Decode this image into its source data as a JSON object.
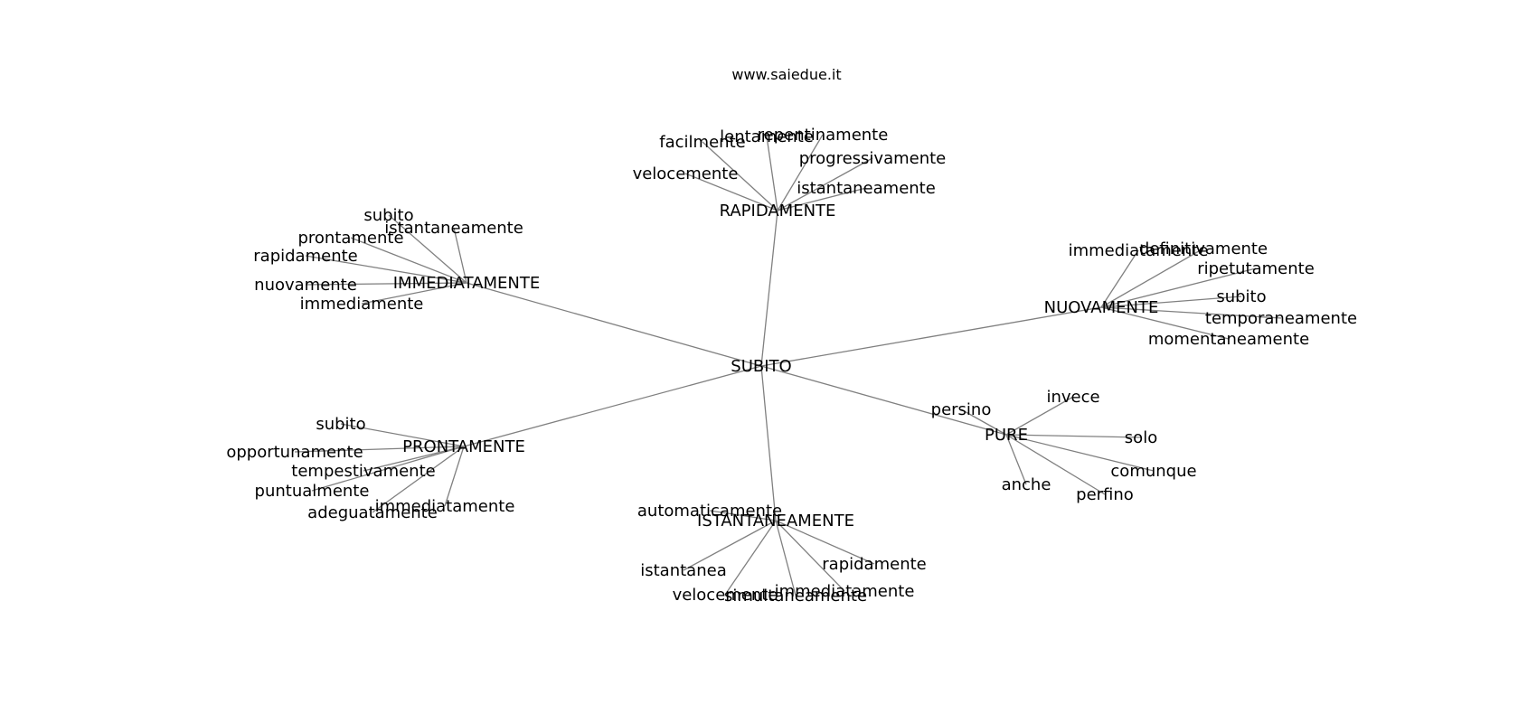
{
  "title": "www.saiedue.it",
  "colors": {
    "edge": "#808080",
    "text": "#000000",
    "background": "#ffffff"
  },
  "graph": {
    "root": "SUBITO",
    "groups": [
      {
        "id": "rapidamente",
        "label": "RAPIDAMENTE",
        "leaves": [
          {
            "id": "facilmente",
            "label": "facilmente"
          },
          {
            "id": "lentamente",
            "label": "lentamente"
          },
          {
            "id": "repentinamente",
            "label": "repentinamente"
          },
          {
            "id": "progressivamente",
            "label": "progressivamente"
          },
          {
            "id": "velocemente",
            "label": "velocemente"
          },
          {
            "id": "istantaneamente",
            "label": "istantaneamente"
          }
        ]
      },
      {
        "id": "immediatamente",
        "label": "IMMEDIATAMENTE",
        "leaves": [
          {
            "id": "subito",
            "label": "subito"
          },
          {
            "id": "istantaneamente",
            "label": "istantaneamente"
          },
          {
            "id": "prontamente",
            "label": "prontamente"
          },
          {
            "id": "rapidamente",
            "label": "rapidamente"
          },
          {
            "id": "nuovamente",
            "label": "nuovamente"
          },
          {
            "id": "immediamente",
            "label": "immediamente"
          }
        ]
      },
      {
        "id": "nuovamente",
        "label": "NUOVAMENTE",
        "leaves": [
          {
            "id": "immediatamente",
            "label": "immediatamente"
          },
          {
            "id": "definitivamente",
            "label": "definitivamente"
          },
          {
            "id": "ripetutamente",
            "label": "ripetutamente"
          },
          {
            "id": "subito",
            "label": "subito"
          },
          {
            "id": "temporaneamente",
            "label": "temporaneamente"
          },
          {
            "id": "momentaneamente",
            "label": "momentaneamente"
          }
        ]
      },
      {
        "id": "pure",
        "label": "PURE",
        "leaves": [
          {
            "id": "persino",
            "label": "persino"
          },
          {
            "id": "invece",
            "label": "invece"
          },
          {
            "id": "solo",
            "label": "solo"
          },
          {
            "id": "comunque",
            "label": "comunque"
          },
          {
            "id": "anche",
            "label": "anche"
          },
          {
            "id": "perfino",
            "label": "perfino"
          }
        ]
      },
      {
        "id": "prontamente",
        "label": "PRONTAMENTE",
        "leaves": [
          {
            "id": "subito",
            "label": "subito"
          },
          {
            "id": "opportunamente",
            "label": "opportunamente"
          },
          {
            "id": "tempestivamente",
            "label": "tempestivamente"
          },
          {
            "id": "puntualmente",
            "label": "puntualmente"
          },
          {
            "id": "adeguatamente",
            "label": "adeguatamente"
          },
          {
            "id": "immediatamente",
            "label": "immediatamente"
          }
        ]
      },
      {
        "id": "istantaneamente",
        "label": "ISTANTANEAMENTE",
        "leaves": [
          {
            "id": "automaticamente",
            "label": "automaticamente"
          },
          {
            "id": "istantanea",
            "label": "istantanea"
          },
          {
            "id": "rapidamente",
            "label": "rapidamente"
          },
          {
            "id": "velocemente",
            "label": "velocemente"
          },
          {
            "id": "simultaneamente",
            "label": "simultaneamente"
          },
          {
            "id": "immediatamente",
            "label": "immediatamente"
          }
        ]
      }
    ]
  }
}
